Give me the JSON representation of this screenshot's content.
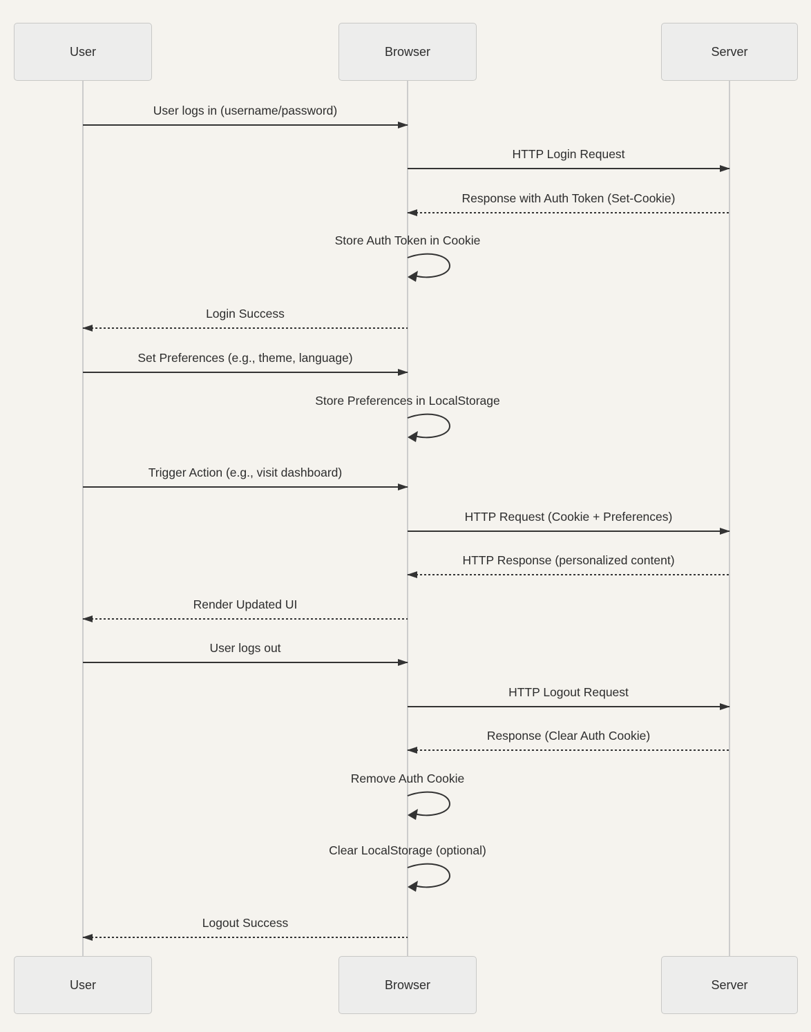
{
  "diagram_type": "sequence-diagram",
  "actors": [
    {
      "name": "User"
    },
    {
      "name": "Browser"
    },
    {
      "name": "Server"
    }
  ],
  "messages": [
    {
      "label": "User logs in (username/password)",
      "from": "User",
      "to": "Browser",
      "style": "solid"
    },
    {
      "label": "HTTP Login Request",
      "from": "Browser",
      "to": "Server",
      "style": "solid"
    },
    {
      "label": "Response with Auth Token (Set-Cookie)",
      "from": "Server",
      "to": "Browser",
      "style": "dashed"
    },
    {
      "label": "Store Auth Token in Cookie",
      "from": "Browser",
      "to": "Browser",
      "style": "self"
    },
    {
      "label": "Login Success",
      "from": "Browser",
      "to": "User",
      "style": "dashed"
    },
    {
      "label": "Set Preferences (e.g., theme, language)",
      "from": "User",
      "to": "Browser",
      "style": "solid"
    },
    {
      "label": "Store Preferences in LocalStorage",
      "from": "Browser",
      "to": "Browser",
      "style": "self"
    },
    {
      "label": "Trigger Action (e.g., visit dashboard)",
      "from": "User",
      "to": "Browser",
      "style": "solid"
    },
    {
      "label": "HTTP Request (Cookie + Preferences)",
      "from": "Browser",
      "to": "Server",
      "style": "solid"
    },
    {
      "label": "HTTP Response (personalized content)",
      "from": "Server",
      "to": "Browser",
      "style": "dashed"
    },
    {
      "label": "Render Updated UI",
      "from": "Browser",
      "to": "User",
      "style": "dashed"
    },
    {
      "label": "User logs out",
      "from": "User",
      "to": "Browser",
      "style": "solid"
    },
    {
      "label": "HTTP Logout Request",
      "from": "Browser",
      "to": "Server",
      "style": "solid"
    },
    {
      "label": "Response (Clear Auth Cookie)",
      "from": "Server",
      "to": "Browser",
      "style": "dashed"
    },
    {
      "label": "Remove Auth Cookie",
      "from": "Browser",
      "to": "Browser",
      "style": "self"
    },
    {
      "label": "Clear LocalStorage (optional)",
      "from": "Browser",
      "to": "Browser",
      "style": "self"
    },
    {
      "label": "Logout Success",
      "from": "Browser",
      "to": "User",
      "style": "dashed"
    }
  ],
  "colors": {
    "background": "#f5f3ee",
    "actor_fill": "#ededec",
    "actor_border": "#c8c8c6",
    "arrow_line": "#333333",
    "lifeline": "#cccccc",
    "text": "#2d2d2d"
  }
}
